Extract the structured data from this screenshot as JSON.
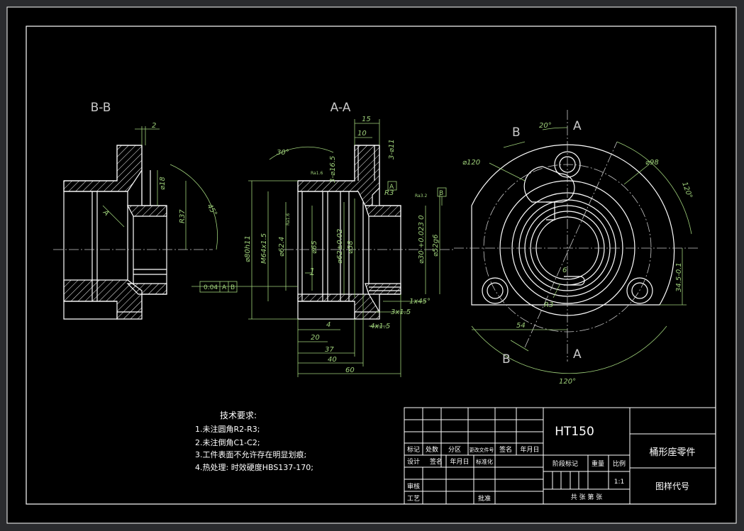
{
  "views": {
    "bb": "B-B",
    "aa": "A-A",
    "cut_b": "B",
    "cut_a": "A"
  },
  "dims_bb": {
    "d2": "2",
    "phi18": "⌀18",
    "r37": "R37",
    "ang45": "45°",
    "a_label": "A"
  },
  "dims_aa": {
    "d15": "15",
    "d10": "10",
    "holes_top": "3-⌀11",
    "holes_mid": "3-⌀16.5",
    "ang30": "30°",
    "r3": "R3",
    "datum_a": "A",
    "datum_b": "B",
    "phi80": "⌀80h11",
    "m64": "M64x1.5",
    "phi624": "⌀62.4",
    "phi65": "⌀65",
    "phi62": "⌀62±0.02",
    "phi58": "⌀58",
    "phi30": "⌀30 +0.023 0",
    "phi52": "⌀52g6",
    "one": "1",
    "chamfer1": "1x45°",
    "chamfer3": "3x1.5",
    "d4": "4",
    "d4x15": "4x1.5",
    "d20": "20",
    "d37": "37",
    "d40": "40",
    "d60": "60",
    "tol_value": "0.04",
    "tol_a": "A",
    "tol_b": "B",
    "rough1": "Ra1.6",
    "rough2": "Ra3.2",
    "rough3": "Ra1.6"
  },
  "dims_front": {
    "ang20": "20°",
    "phi120": "⌀120",
    "phi98": "⌀98",
    "ang120r": "120°",
    "ang120b": "120°",
    "d6": "6",
    "r3": "R3",
    "d54": "54",
    "d345": "34.5-0.1"
  },
  "notes": {
    "title": "技术要求:",
    "items": [
      "1.未注圆角R2-R3;",
      "2.未注倒角C1-C2;",
      "3.工件表面不允许存在明显划痕;",
      "4.热处理: 时效硬度HBS137-170;"
    ]
  },
  "titleblock": {
    "material": "HT150",
    "part_name": "桶形座零件",
    "drawing_no": "图样代号",
    "scale": "1:1",
    "stage": "阶段标记",
    "weight": "重量",
    "ratio": "比例",
    "sheets": "共   张   第   张",
    "row1": [
      "标记",
      "处数",
      "分区",
      "更改文件号",
      "签名",
      "年月日"
    ],
    "row2": [
      "设计",
      "签名",
      "年月日",
      "标准化"
    ],
    "review": "审核",
    "process": "工艺",
    "approve": "批准"
  },
  "colors": {
    "line": "#ffffff",
    "dim": "#9fd17a",
    "center": "#c8c8c8",
    "label": "#c8c8c8"
  }
}
